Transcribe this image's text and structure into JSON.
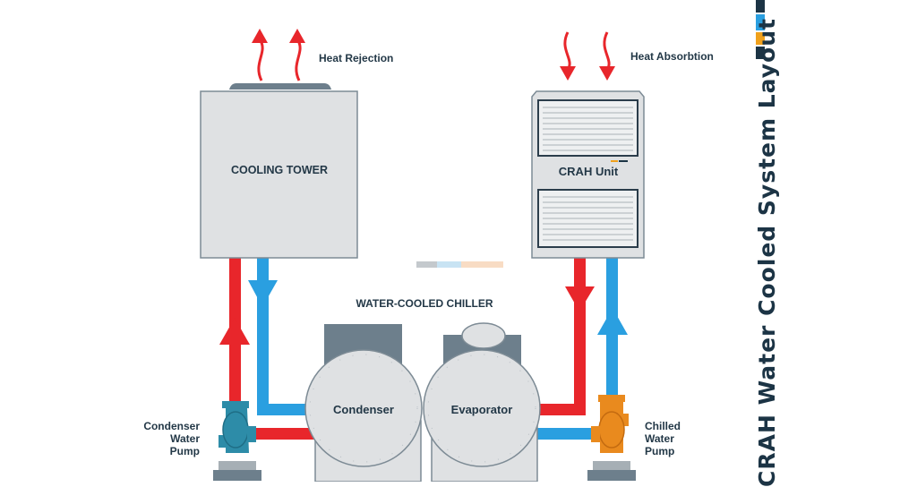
{
  "title": "CRAH Water Cooled System Layout",
  "labels": {
    "heat_rejection": "Heat Rejection",
    "heat_absorption": "Heat Absorbtion",
    "cooling_tower": "COOLING TOWER",
    "crah_unit": "CRAH Unit",
    "chiller": "WATER-COOLED CHILLER",
    "condenser": "Condenser",
    "evaporator": "Evaporator",
    "condenser_pump": [
      "Condenser",
      "Water",
      "Pump"
    ],
    "chilled_pump": [
      "Chilled",
      "Water",
      "Pump"
    ]
  },
  "colors": {
    "hot_water": "#e8262b",
    "cold_water": "#2a9fe0",
    "equipment": "#dfe1e3",
    "equipment_dark": "#6d7f8c",
    "text": "#233847",
    "condenser_pump": "#2d8ca8",
    "chilled_pump": "#e98a1e",
    "accent_bar": [
      "#1c3445",
      "#2a9fe0",
      "#f0a11c",
      "#1c3445"
    ]
  }
}
